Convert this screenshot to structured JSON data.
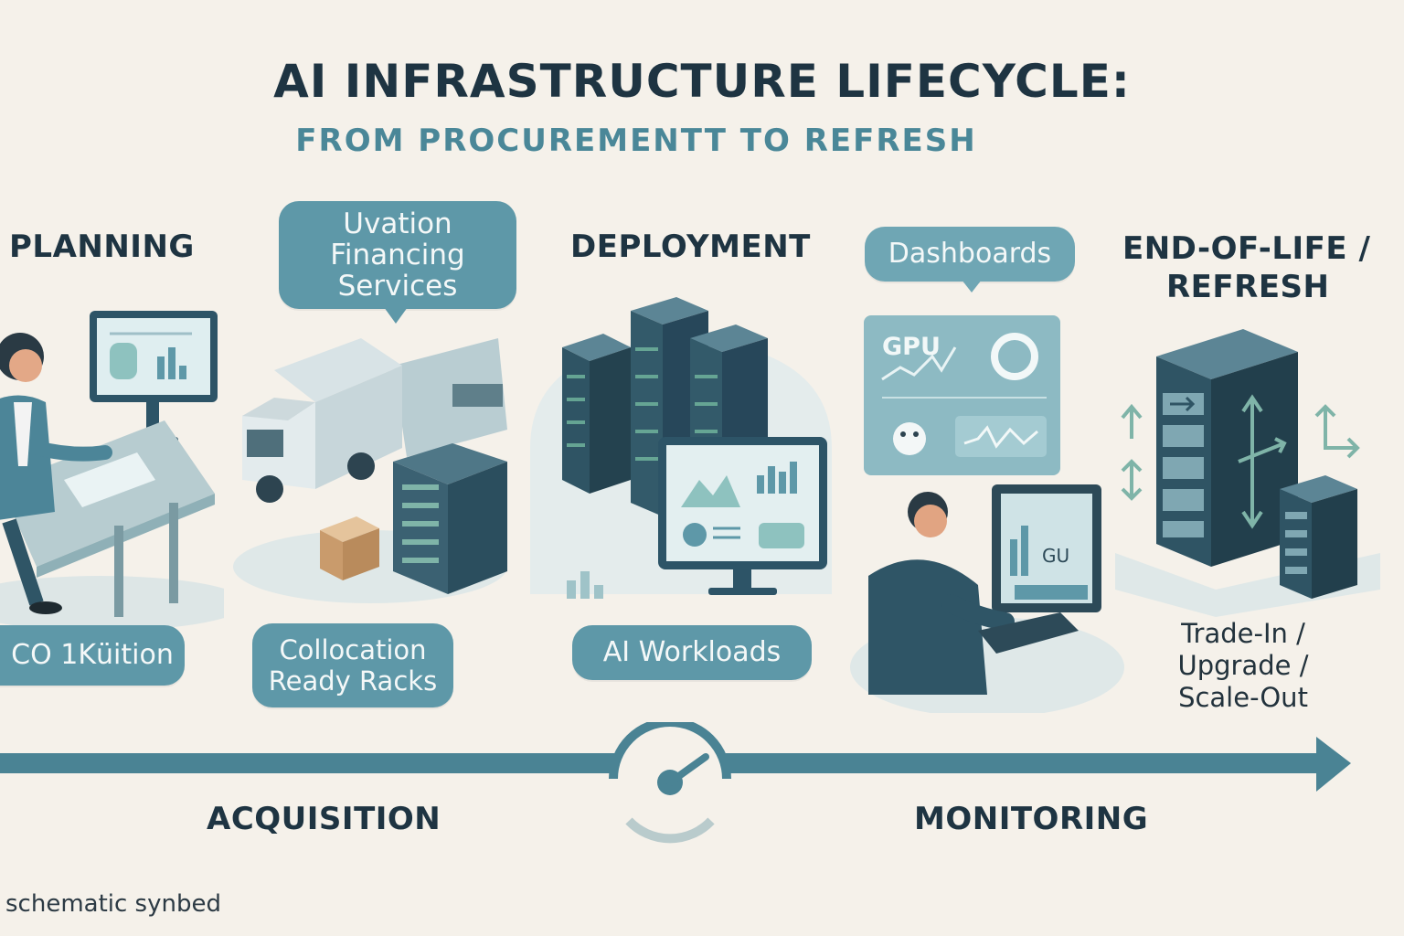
{
  "header": {
    "title": "AI INFRASTRUCTURE LIFECYCLE:",
    "subtitle": "FROM PROCUREMENTT TO REFRESH"
  },
  "stages": {
    "planning": "PLANNING",
    "deployment": "DEPLOYMENT",
    "eol_line1": "END-OF-LIFE /",
    "eol_line2": "REFRESH",
    "acquisition": "ACQUISITION",
    "monitoring": "MONITORING"
  },
  "callouts": {
    "financing": [
      "Uvation",
      "Financing",
      "Services"
    ],
    "dashboards": "Dashboards"
  },
  "pills": {
    "planning": "CO 1Κüition",
    "colocation": [
      "Collocation",
      "Ready Racks"
    ],
    "workloads": "AI Workloads"
  },
  "eol_options": [
    "Trade-In /",
    "Upgrade /",
    "Scale-Out"
  ],
  "monitor_panel": {
    "gpu_label": "GPU",
    "screen_label": "GU"
  },
  "footer": "schematic synbed",
  "colors": {
    "accent": "#4a8798",
    "teal_pill": "#5e98a8",
    "navy_text": "#1e3442",
    "background": "#f5f1ea"
  }
}
